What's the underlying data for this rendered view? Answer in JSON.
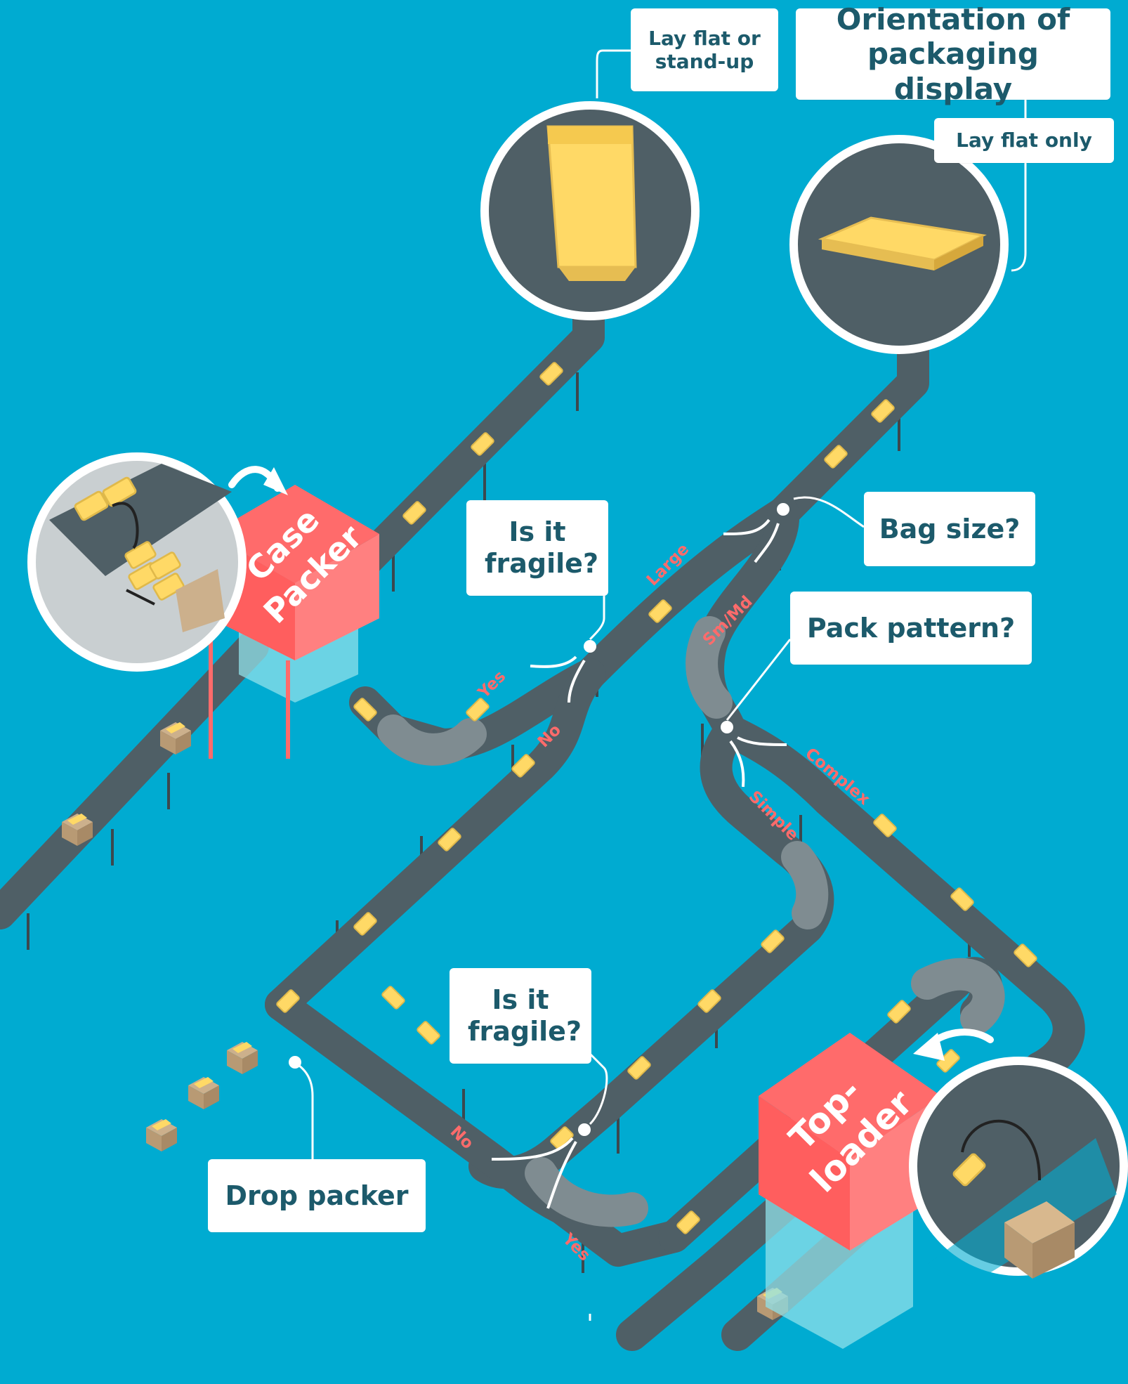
{
  "header": {
    "title": "Orientation of packaging display",
    "option_standup": "Lay flat or stand-up",
    "option_flat": "Lay flat only"
  },
  "questions": {
    "bag_size": "Bag size?",
    "fragile_top": "Is it fragile?",
    "pack_pattern": "Pack pattern?",
    "fragile_bottom": "Is it fragile?"
  },
  "branches": {
    "large": "Large",
    "sm_md": "Sm/Md",
    "yes_top": "Yes",
    "no_top": "No",
    "complex": "Complex",
    "simple": "Simple",
    "no_bottom": "No",
    "yes_bottom": "Yes"
  },
  "machines": {
    "case_packer_line1": "Case",
    "case_packer_line2": "Packer",
    "top_loader_line1": "Top-",
    "top_loader_line2": "loader",
    "drop_packer": "Drop packer"
  },
  "colors": {
    "background": "#00abd1",
    "belt": "#4f5f66",
    "product": "#ffd966",
    "machine": "#ff6b6b",
    "label_text": "#1c5a6b"
  }
}
